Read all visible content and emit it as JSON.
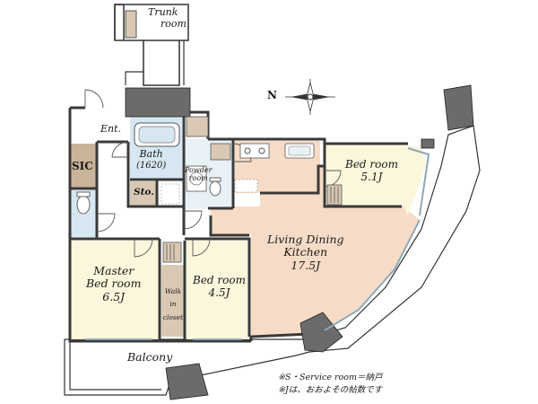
{
  "labels": {
    "trunk_room": [
      "Trunk",
      "room"
    ],
    "entrance": "Ent.",
    "sic": "SIC",
    "bath": [
      "Bath",
      "(1620)"
    ],
    "powder_room": [
      "Powder",
      "room"
    ],
    "storage": "Sto.",
    "bedroom_5": [
      "Bed room",
      "5.1J"
    ],
    "ldk": [
      "Living Dining",
      "Kitchen",
      "17.5J"
    ],
    "master_bedroom": [
      "Master",
      "Bed room",
      "6.5J"
    ],
    "bedroom_4": [
      "Bed room",
      "4.5J"
    ],
    "walk_in_closet": [
      "Walk",
      "in",
      "closet"
    ],
    "balcony": "Balcony",
    "compass_north": "N"
  },
  "notes": [
    "※S・Service room＝納戸",
    "※Jは、おおよその帖数です"
  ],
  "colors": {
    "wall": "#4a4a4a",
    "wall_outline": "#222222",
    "pillar": "#6b6b6b",
    "ldk_floor": "#f6dcc6",
    "bedroom_floor": "#fbf7dc",
    "bath_floor": "#d6e7f2",
    "sic_floor": "#c9b39a",
    "closet_floor": "#d9c9b4",
    "balcony_floor": "#ffffff",
    "sink_floor": "#e8f1f6",
    "stove": "#cdb8a8",
    "window": "#8fa7b8"
  }
}
